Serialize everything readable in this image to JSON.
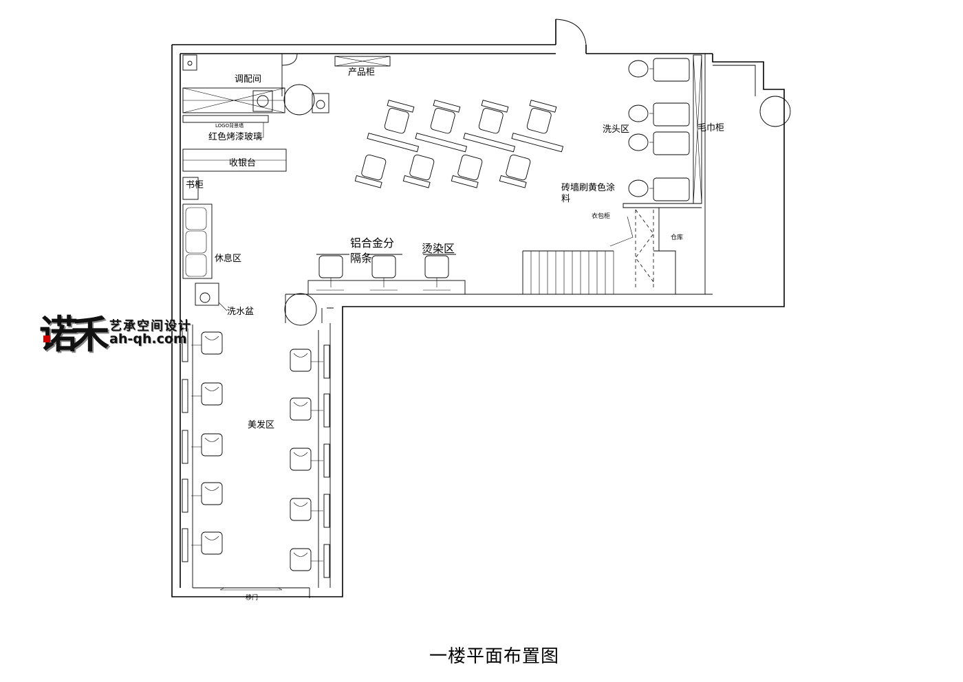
{
  "labels": {
    "mixing_room": "调配间",
    "product_cabinet": "产品柜",
    "logo_wall": "LOGO背景墙",
    "red_glass": "红色烤漆玻璃",
    "cashier": "收银台",
    "bookcase": "书柜",
    "lounge": "休息区",
    "wash_basin": "洗水盆",
    "styling_zone": "美发区",
    "aluminum_divider_1": "铝合金分",
    "aluminum_divider_2": "隔条",
    "perm_zone": "烫染区",
    "shampoo_zone": "洗头区",
    "towel_cabinet": "毛巾柜",
    "brick_wall_1": "砖墙刷黄色涂",
    "brick_wall_2": "料",
    "coat_cabinet": "衣包柜",
    "storage": "仓库",
    "sliding_door": "移门"
  },
  "logo": {
    "mark": "诺禾",
    "name": "艺承空间设计",
    "url": "ah-qh.com"
  },
  "title": "一楼平面布置图"
}
